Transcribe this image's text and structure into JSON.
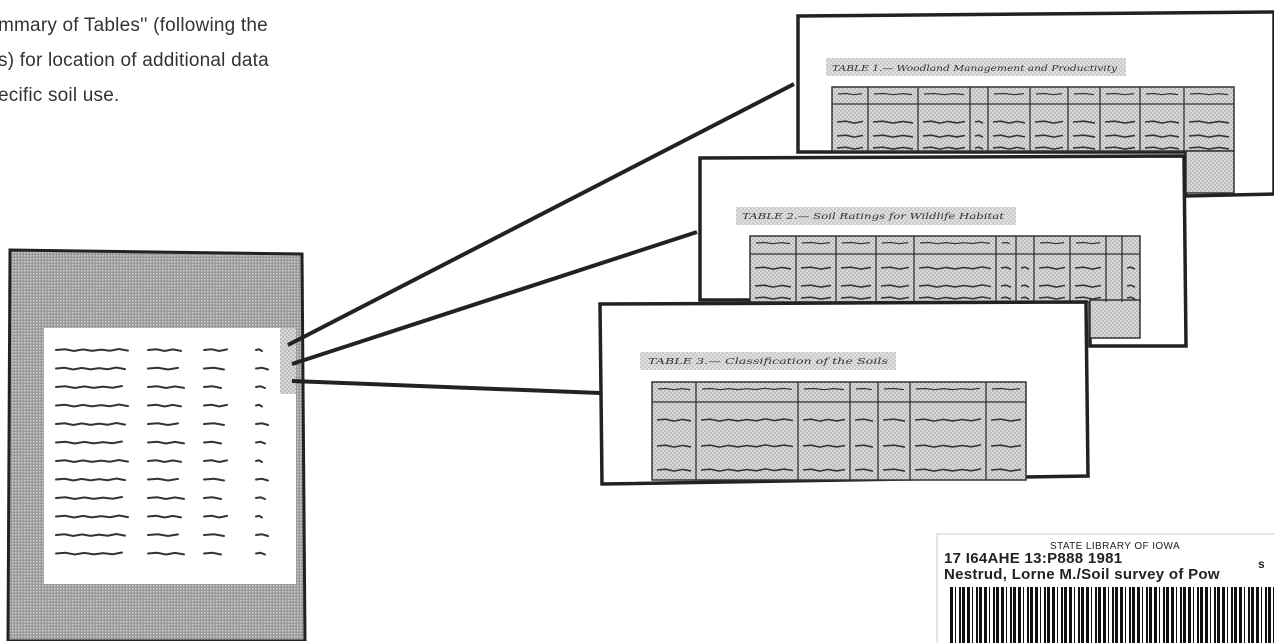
{
  "intro_text": {
    "line1": "mmary of Tables'' (following the",
    "line2": "s) for location of additional data",
    "line3": "ecific soil use."
  },
  "tables": [
    {
      "caption": "TABLE 1.— Woodland Management and Productivity"
    },
    {
      "caption": "TABLE 2.— Soil Ratings for Wildlife Habitat"
    },
    {
      "caption": "TABLE 3.— Classification of the Soils"
    }
  ],
  "library_label": {
    "library_name": "STATE LIBRARY OF IOWA",
    "call_number": "17 I64AHE 13:P888 1981",
    "author_title": "Nestrud, Lorne M./Soil survey of Pow",
    "corner_mark": "s"
  },
  "colors": {
    "ink": "#222222",
    "stipple": "#c9c9c9",
    "stipple_dark": "#a9a9a9",
    "paper": "#ffffff"
  }
}
